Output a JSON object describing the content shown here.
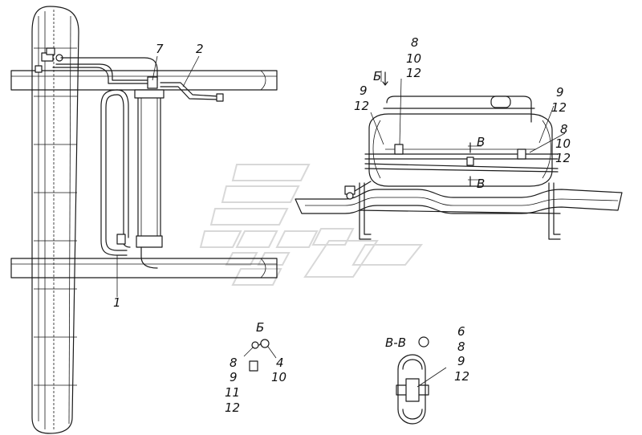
{
  "drawing": {
    "colors": {
      "line": "#1a1a1a",
      "watermark": "#d8d8d8",
      "background": "#ffffff"
    },
    "callouts": {
      "p1": "1",
      "p2": "2",
      "p7": "7",
      "view_b_marker": "Б",
      "top_8": "8",
      "top_10": "10",
      "top_12": "12",
      "left_9": "9",
      "left_12": "12",
      "right_9": "9",
      "right_12": "12",
      "right_8": "8",
      "right_10": "10",
      "right_12b": "12",
      "section_v_upper": "В",
      "section_v_lower": "В"
    },
    "view_b": {
      "title": "Б",
      "left_labels": [
        "8",
        "9",
        "11",
        "12"
      ],
      "right_labels": [
        "4",
        "10"
      ]
    },
    "section_vv": {
      "title": "В-В",
      "labels": [
        "6",
        "8",
        "9",
        "12"
      ]
    }
  }
}
